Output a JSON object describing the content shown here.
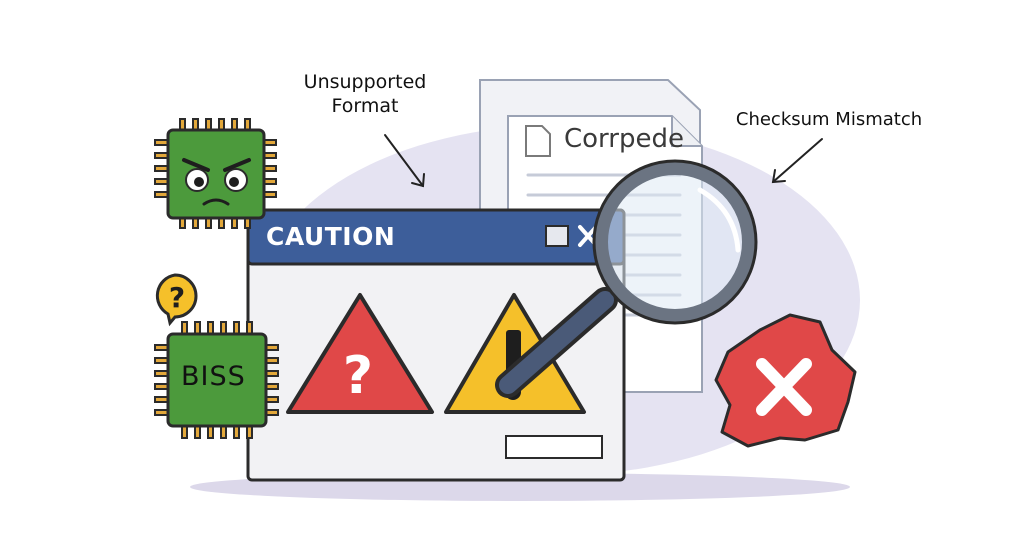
{
  "labels": {
    "unsupported_line1": "Unsupported",
    "unsupported_line2": "Format",
    "checksum": "Checksum Mismatch"
  },
  "dialog": {
    "title": "CAUTION",
    "icons": [
      "question-warning-icon",
      "exclamation-warning-icon"
    ]
  },
  "document": {
    "title": "Corrpede"
  },
  "chips": {
    "angry_chip": "angry-chip-icon",
    "bios_chip_text": "BISS"
  },
  "icons": [
    "magnifier-icon",
    "error-x-badge-icon",
    "question-bubble-icon",
    "document-icon"
  ],
  "colors": {
    "title_bar": "#3d5e9a",
    "danger_red": "#e04848",
    "warning_yellow": "#f5c02a",
    "chip_green": "#4c9a3c",
    "blob": "#e5e3f2"
  }
}
